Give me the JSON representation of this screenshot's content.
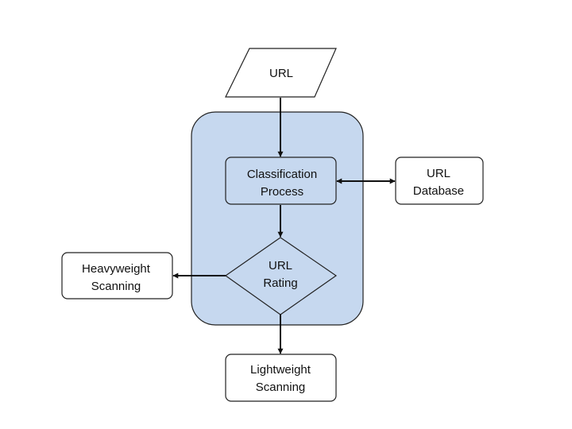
{
  "nodes": {
    "url_input": {
      "line1": "URL"
    },
    "classification": {
      "line1": "Classification",
      "line2": "Process"
    },
    "url_database": {
      "line1": "URL",
      "line2": "Database"
    },
    "url_rating": {
      "line1": "URL",
      "line2": "Rating"
    },
    "heavyweight": {
      "line1": "Heavyweight",
      "line2": "Scanning"
    },
    "lightweight": {
      "line1": "Lightweight",
      "line2": "Scanning"
    }
  },
  "colors": {
    "container_fill": "#c6d8ef",
    "container_stroke": "#222222",
    "node_fill": "#ffffff",
    "inner_fill": "#c6d8ef",
    "stroke": "#111111"
  }
}
